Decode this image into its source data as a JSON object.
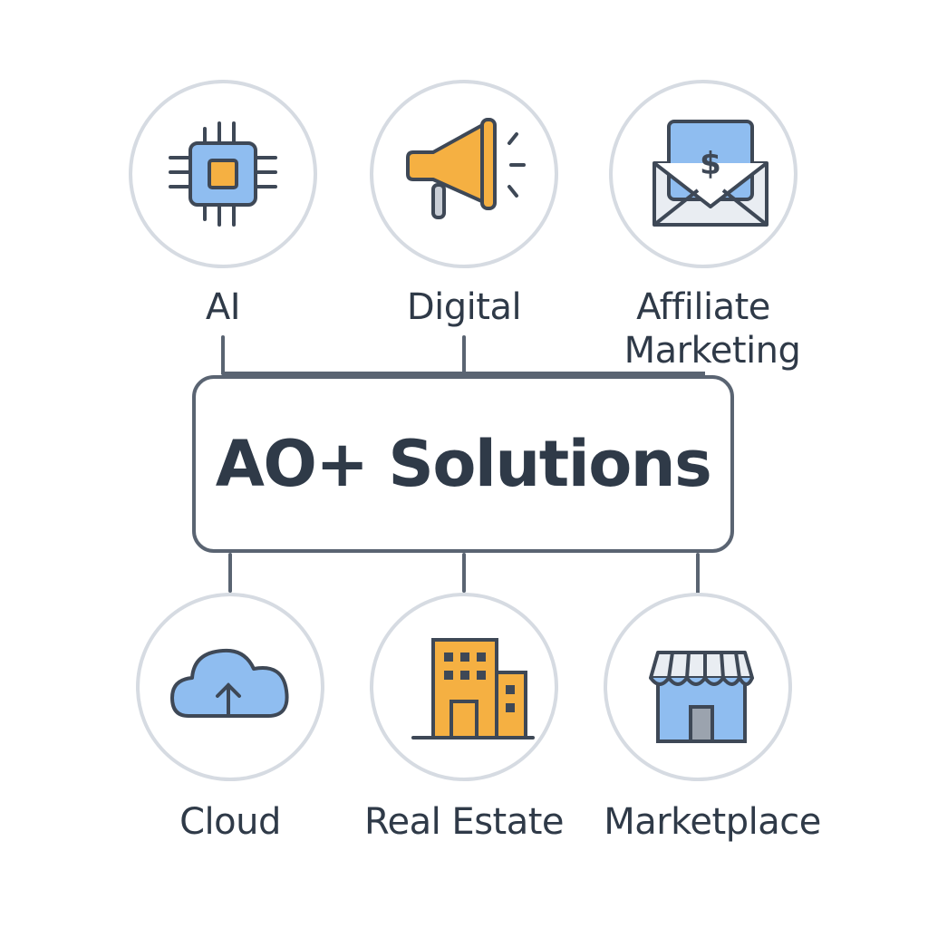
{
  "center": {
    "title": "AO+ Solutions"
  },
  "nodes": [
    {
      "id": "ai",
      "label": "AI",
      "icon": "cpu-chip-icon"
    },
    {
      "id": "digital",
      "label": "Digital",
      "icon": "megaphone-icon"
    },
    {
      "id": "affiliate",
      "label_line1": "Affiliate",
      "label_line2": "Marketing",
      "icon": "envelope-dollar-icon"
    },
    {
      "id": "cloud",
      "label": "Cloud",
      "icon": "cloud-upload-icon"
    },
    {
      "id": "real-estate",
      "label": "Real Estate",
      "icon": "buildings-icon"
    },
    {
      "id": "marketplace",
      "label": "Marketplace",
      "icon": "storefront-icon"
    }
  ],
  "colors": {
    "accent_blue": "#8fbdf0",
    "accent_orange": "#f5b042",
    "outline": "#3e4856",
    "circle_border": "#d6dbe2",
    "text": "#2f3a48"
  }
}
